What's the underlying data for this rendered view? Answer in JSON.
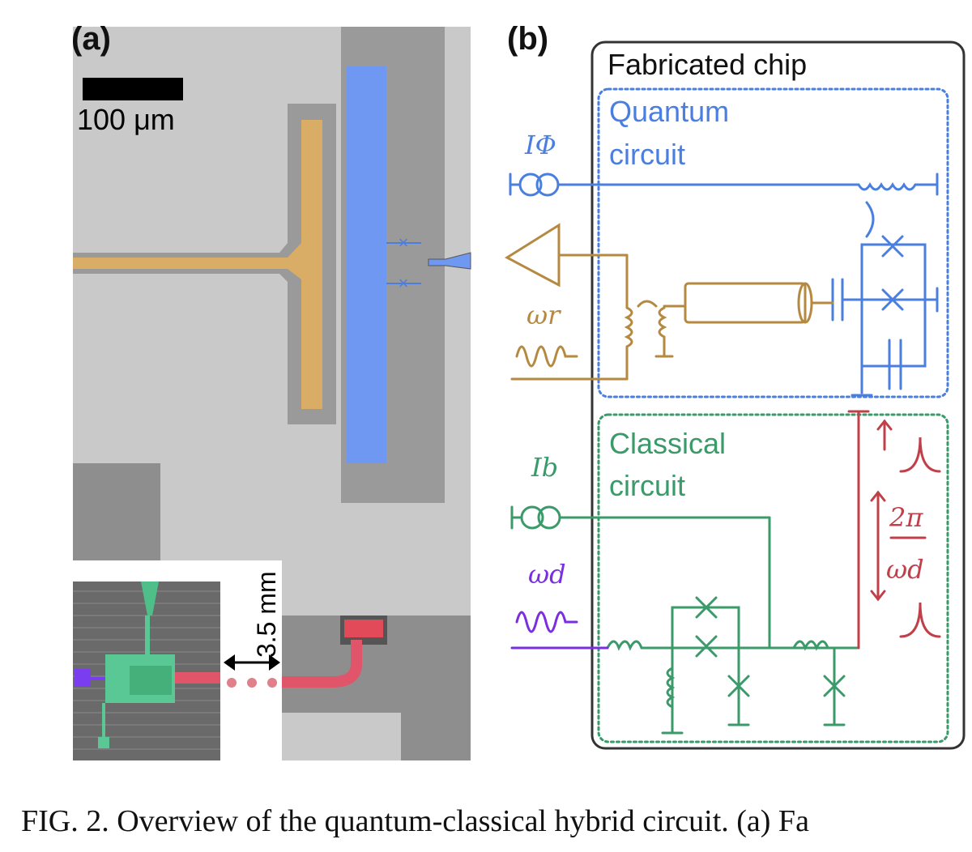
{
  "panel_a": {
    "label": "(a)",
    "scale_bar": "100 μm",
    "inset_distance": "3.5 mm"
  },
  "panel_b": {
    "label": "(b)",
    "chip_title": "Fabricated chip",
    "quantum_block": [
      "Quantum",
      "circuit"
    ],
    "classical_block": [
      "Classical",
      "circuit"
    ],
    "symbols": {
      "flux_bias": "IΦ",
      "resonator_freq": "ωr",
      "bias_current": "Ib",
      "drive_freq": "ωd",
      "period_numerator": "2π",
      "period_denominator": "ωd"
    }
  },
  "caption": "FIG. 2.    Overview of the quantum-classical hybrid circuit. (a) Fa",
  "colors": {
    "quantum_blue": "#4a7fe0",
    "resonator_gold": "#b58a40",
    "classical_green": "#3a9a6a",
    "drive_purple": "#7a2ee0",
    "pulse_red": "#c0404a",
    "chip_outline": "#333333"
  }
}
